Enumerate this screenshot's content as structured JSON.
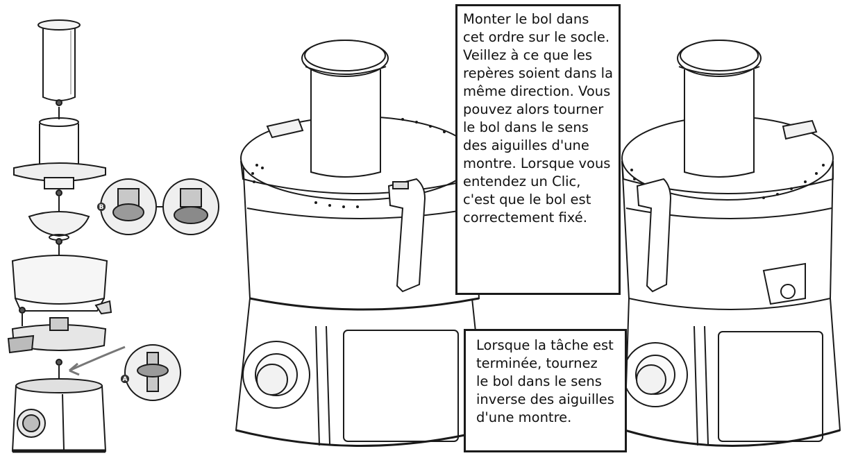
{
  "notes": {
    "mount": {
      "lines": [
        "Monter le bol dans",
        "cet ordre sur le socle.",
        "Veillez à ce que les",
        "repères soient dans la",
        "même direction. Vous",
        "pouvez alors tourner",
        "le bol dans le sens",
        "des aiguilles d'une",
        "montre. Lorsque vous",
        "entendez un Clic,",
        "c'est que le bol est",
        "correctement fixé."
      ]
    },
    "remove": {
      "lines": [
        "Lorsque la tâche est",
        "terminée, tournez",
        "le bol dans le sens",
        "inverse des aiguilles",
        "d'une montre."
      ]
    }
  },
  "diagram": {
    "step_markers": [
      "B",
      "A"
    ]
  },
  "colors": {
    "line": "#1a1a1a",
    "shade": "#dcdcdc",
    "dark_shade": "#9a9a9a",
    "background": "#ffffff"
  }
}
